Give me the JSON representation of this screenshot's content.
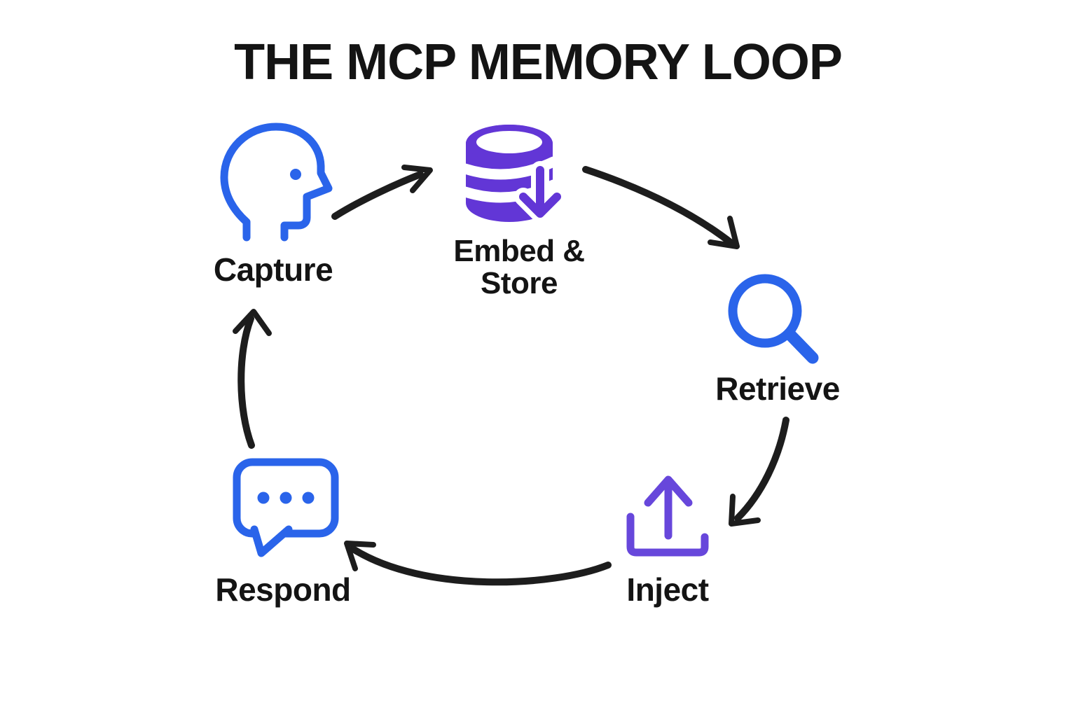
{
  "title": "THE MCP MEMORY LOOP",
  "colors": {
    "blue": "#2a64ea",
    "purple": "#6236d6",
    "purple_light": "#6747db",
    "arrow_black": "#1d1d1d",
    "text": "#141414",
    "background": "#ffffff"
  },
  "nodes": [
    {
      "id": "capture",
      "label": "Capture",
      "icon": "head-profile-icon",
      "color": "blue"
    },
    {
      "id": "embed-store",
      "label": "Embed & Store",
      "icon": "database-download-icon",
      "color": "purple"
    },
    {
      "id": "retrieve",
      "label": "Retrieve",
      "icon": "magnifier-icon",
      "color": "blue"
    },
    {
      "id": "inject",
      "label": "Inject",
      "icon": "upload-icon",
      "color": "purple"
    },
    {
      "id": "respond",
      "label": "Respond",
      "icon": "speech-bubble-icon",
      "color": "blue"
    }
  ],
  "flow": [
    {
      "from": "capture",
      "to": "embed-store"
    },
    {
      "from": "embed-store",
      "to": "retrieve"
    },
    {
      "from": "retrieve",
      "to": "inject"
    },
    {
      "from": "inject",
      "to": "respond"
    },
    {
      "from": "respond",
      "to": "capture"
    }
  ]
}
